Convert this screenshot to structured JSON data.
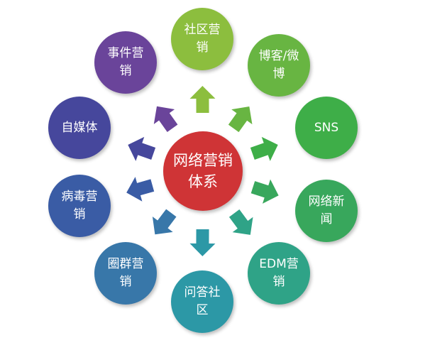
{
  "center": {
    "label": "网络营销体系",
    "color": "#cf3436"
  },
  "nodes": [
    {
      "label": "社区营销",
      "color": "#8cbe3e"
    },
    {
      "label": "博客/微博",
      "color": "#68b542"
    },
    {
      "label": "SNS",
      "color": "#3eae48"
    },
    {
      "label": "网络新闻",
      "color": "#38a75c"
    },
    {
      "label": "EDM营销",
      "color": "#2fa387"
    },
    {
      "label": "问答社区",
      "color": "#2c98a6"
    },
    {
      "label": "圈群营销",
      "color": "#3877a9"
    },
    {
      "label": "病毒营销",
      "color": "#3a5ca5"
    },
    {
      "label": "自媒体",
      "color": "#46479c"
    },
    {
      "label": "事件营销",
      "color": "#6a449a"
    }
  ]
}
